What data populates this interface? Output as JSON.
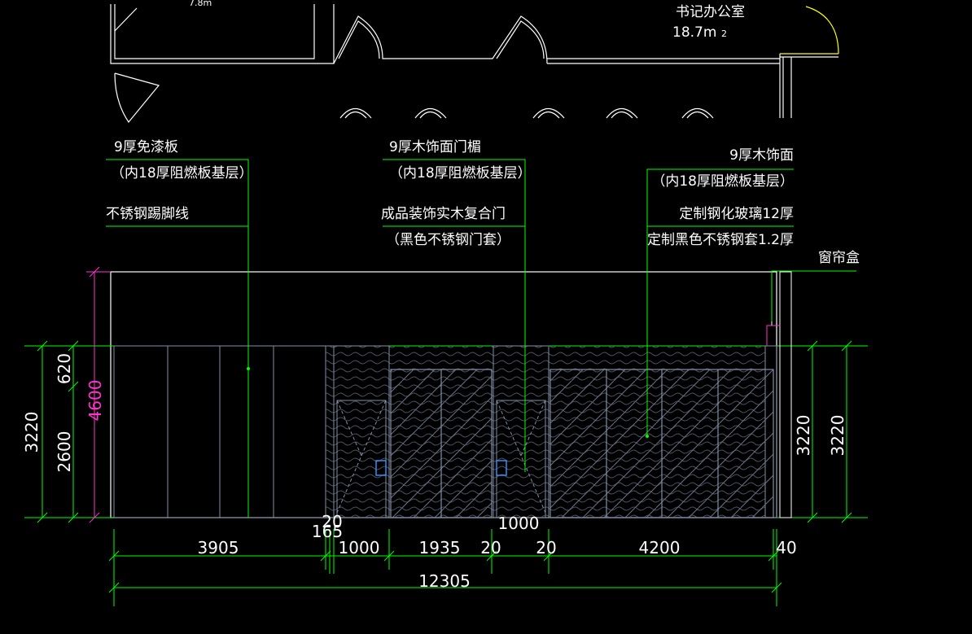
{
  "colors": {
    "background": "#000000",
    "leader": "#00ff00",
    "dimension": "#00ff00",
    "magenta_dimension": "#ff33cc",
    "outline": "#ffffff",
    "panel": "#8090a8",
    "door_yellow": "#ffff00",
    "blue_mark": "#3399ff"
  },
  "plan": {
    "room_name": "书记办公室",
    "room_area": "18.7m",
    "room_area_sup": "2",
    "top_left_area": "7.8m"
  },
  "annotations": {
    "left_1": "9厚免漆板",
    "left_2": "（内18厚阻燃板基层）",
    "left_3": "不锈钢踢脚线",
    "mid_1": "9厚木饰面门楣",
    "mid_2": "（内18厚阻燃板基层）",
    "mid_3": "成品装饰实木复合门",
    "mid_4": "（黑色不锈钢门套）",
    "right_1": "9厚木饰面",
    "right_2": "（内18厚阻燃板基层）",
    "right_3": "定制钢化玻璃12厚",
    "right_4": "定制黑色不锈钢套1.2厚",
    "curtain_box": "窗帘盒"
  },
  "dimensions": {
    "left_outer": "3220",
    "left_upper": "620",
    "left_lower": "2600",
    "left_total_magenta": "4600",
    "right_inner": "3220",
    "right_outer": "3220",
    "bottom": [
      "3905",
      "165",
      "1000",
      "1935",
      "20",
      "20",
      "4200",
      "40"
    ],
    "bottom_top_20": "20",
    "bottom_top_1000": "1000",
    "total": "12305"
  }
}
